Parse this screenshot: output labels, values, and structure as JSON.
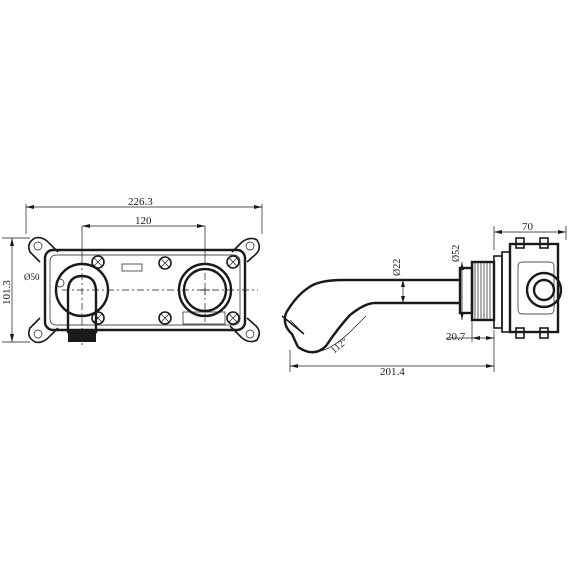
{
  "front_view": {
    "dim_overall_width": "226.3",
    "dim_centers": "120",
    "dim_height": "101.3",
    "dim_spout_dia": "Ø50"
  },
  "side_view": {
    "dim_body_width": "70",
    "dim_flange_dia": "Ø52",
    "dim_spout_dia": "Ø22",
    "dim_projection": "201.4",
    "dim_flange_thickness": "20.7",
    "dim_angle": "112°"
  }
}
